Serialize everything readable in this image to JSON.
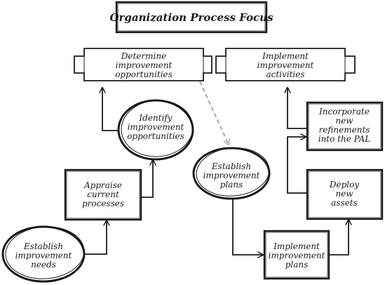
{
  "title": "Organization Process Focus",
  "nodes": {
    "determine": [
      "Determine",
      "improvement",
      "opportunities"
    ],
    "implement_activities": [
      "Implement",
      "improvement",
      "activities"
    ],
    "identify": [
      "Identify",
      "improvement",
      "opportunities"
    ],
    "incorporate": [
      "Incorporate",
      "new",
      "refinements",
      "into the PAL"
    ],
    "establish_plans": [
      "Establish",
      "improvement",
      "plans"
    ],
    "appraise": [
      "Appraise",
      "current",
      "processes"
    ],
    "deploy": [
      "Deploy",
      "new",
      "assets"
    ],
    "establish_needs": [
      "Establish",
      "improvement",
      "needs"
    ],
    "implement_plans": [
      "Implement",
      "improvement",
      "plans"
    ]
  },
  "colors": {
    "ink": "#1a1a1a",
    "dashed_arrow": "#a8a8a8",
    "background": "#ffffff"
  }
}
